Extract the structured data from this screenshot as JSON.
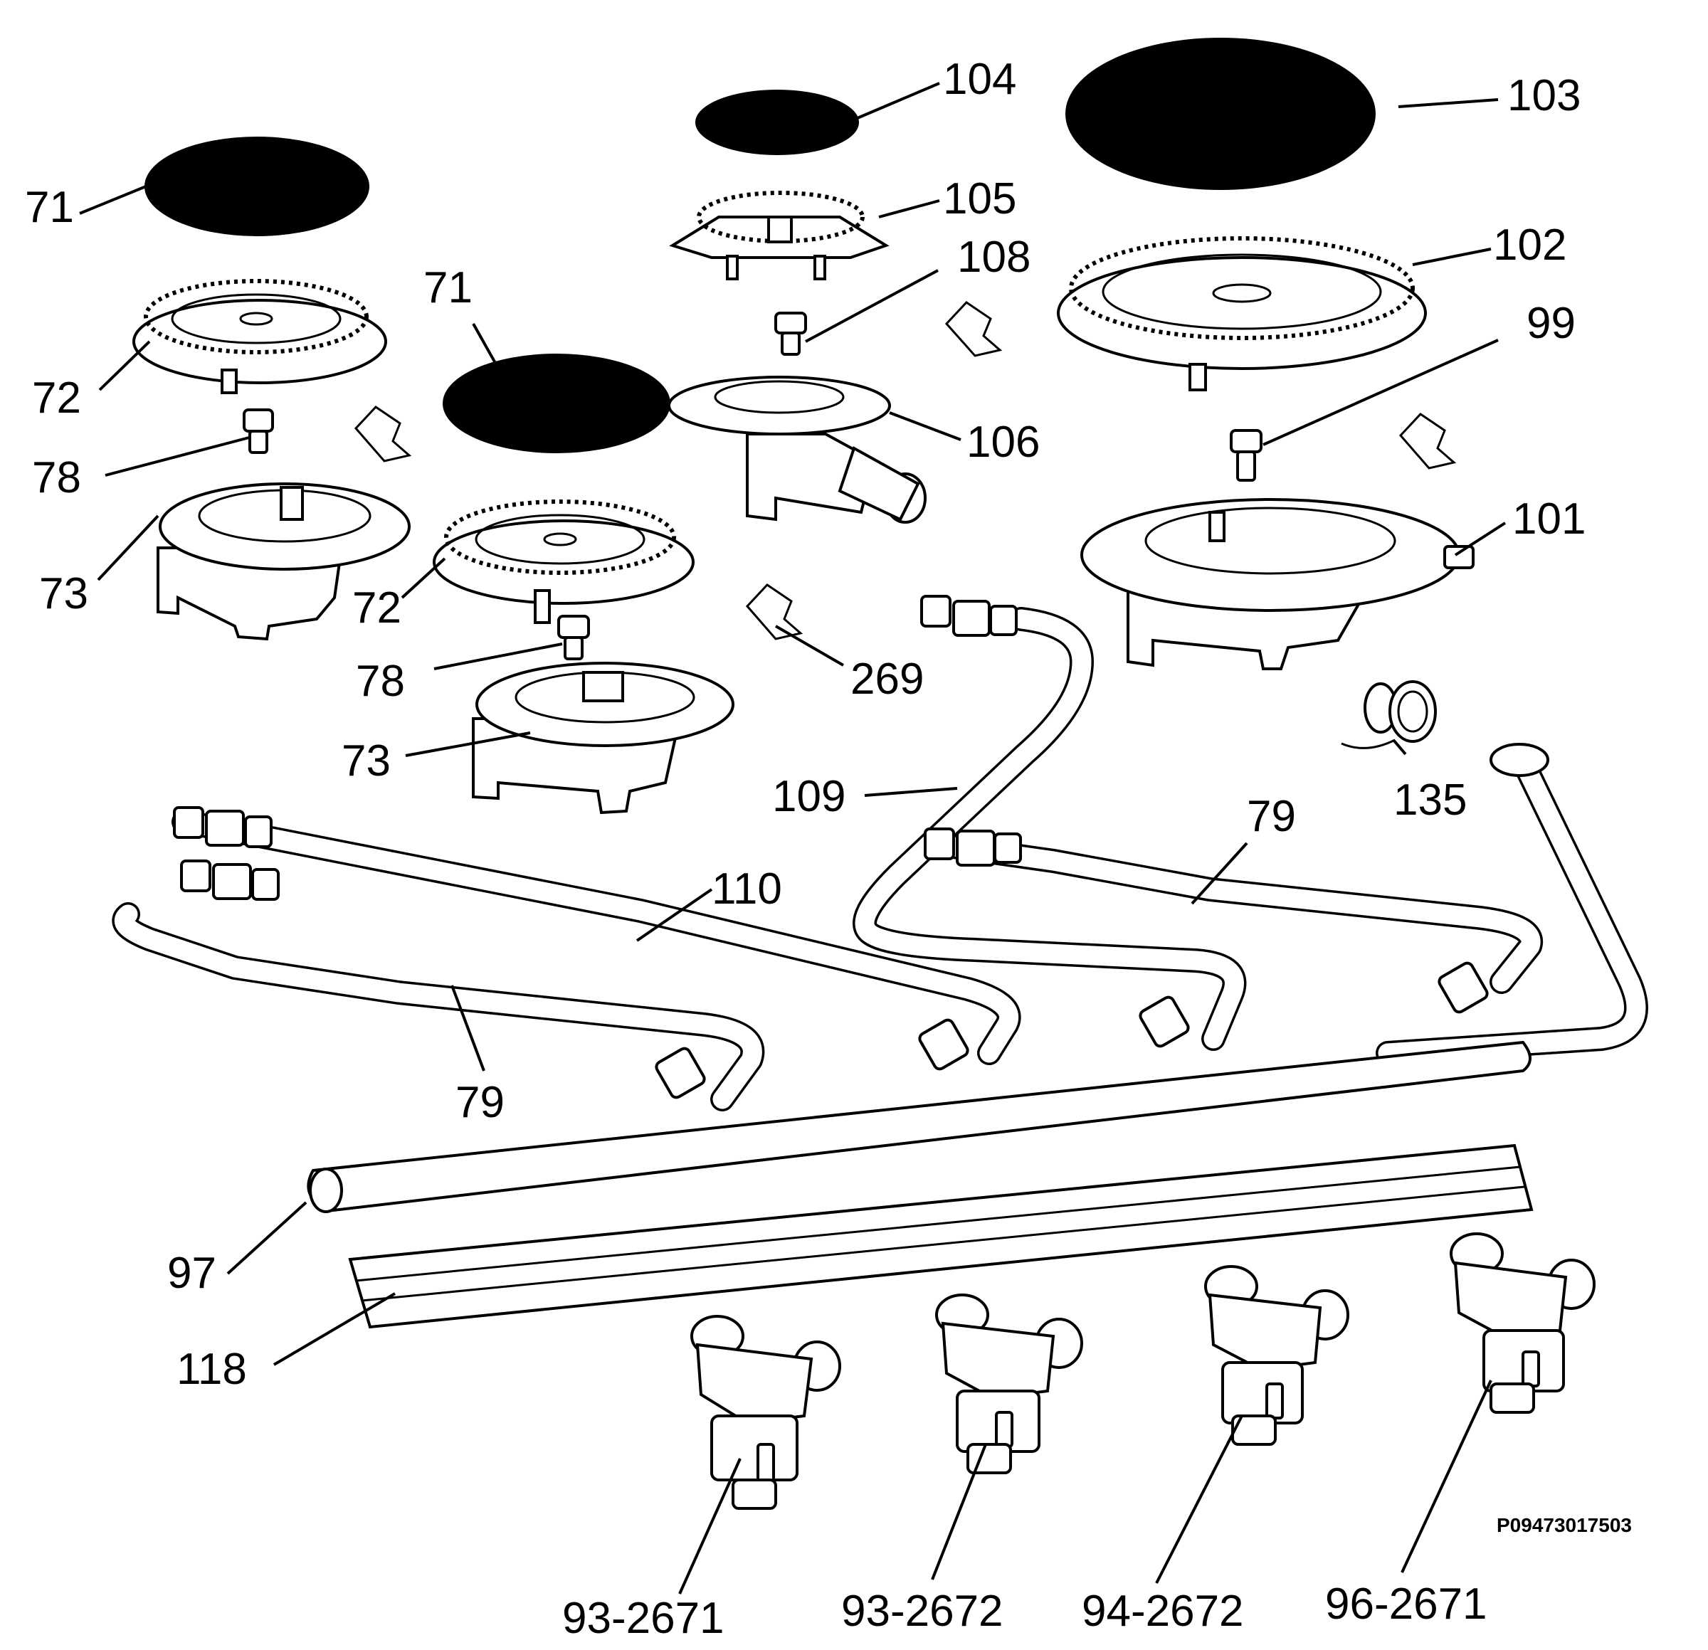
{
  "labels": {
    "l71a": "71",
    "l71b": "71",
    "l72a": "72",
    "l72b": "72",
    "l78a": "78",
    "l78b": "78",
    "l73a": "73",
    "l73b": "73",
    "l104": "104",
    "l105": "105",
    "l108": "108",
    "l106": "106",
    "l269": "269",
    "l103": "103",
    "l102": "102",
    "l99": "99",
    "l101": "101",
    "l135": "135",
    "l109": "109",
    "l79a": "79",
    "l79b": "79",
    "l110": "110",
    "l97": "97",
    "l118": "118",
    "l93_2671": "93-2671",
    "l93_2672": "93-2672",
    "l94_2672": "94-2672",
    "l96_2671": "96-2671"
  },
  "drawing_code": "P09473017503"
}
